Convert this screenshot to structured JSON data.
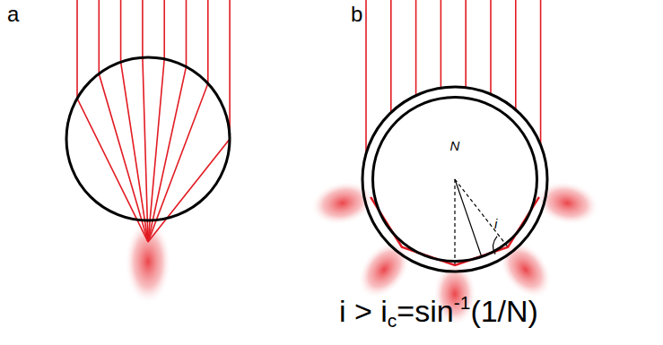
{
  "diagram": {
    "nodes": [
      {
        "text": [
          "N"
        ]
      }
    ],
    "labels": [
      "a",
      "b",
      "i",
      "i > i",
      "c",
      "=sin",
      "-1",
      "(1/N)"
    ]
  }
}
